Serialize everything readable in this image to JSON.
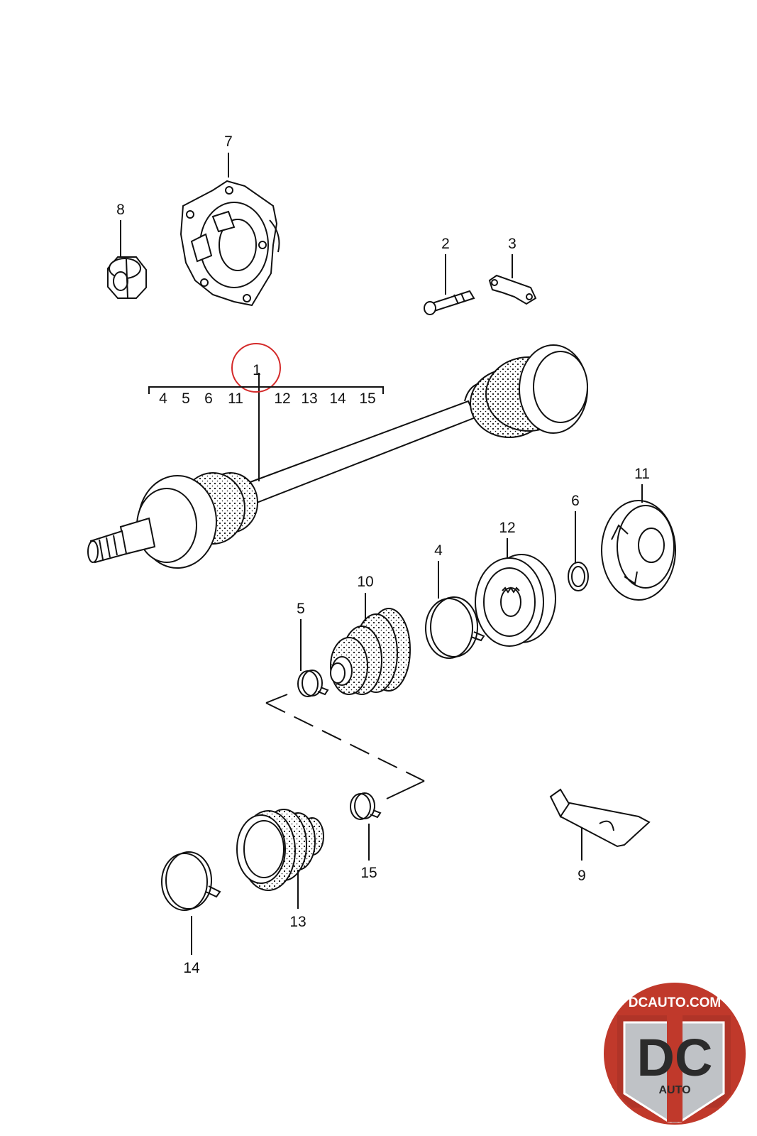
{
  "callouts": {
    "1": "1",
    "2": "2",
    "3": "3",
    "4": "4",
    "5": "5",
    "6": "6",
    "7": "7",
    "8": "8",
    "9": "9",
    "10": "10",
    "11": "11",
    "12": "12",
    "13": "13",
    "14": "14",
    "15": "15"
  },
  "assembly_group": [
    "4",
    "5",
    "6",
    "11",
    "12",
    "13",
    "14",
    "15"
  ],
  "highlight_color": "#d42a2a",
  "logo": {
    "domain_text": "DCAUTO.COM",
    "main_text": "DC",
    "sub_text": "AUTO",
    "colors": {
      "ring": "#c0392b",
      "badge": "#bfc2c6",
      "stripe": "#c0392b"
    }
  }
}
